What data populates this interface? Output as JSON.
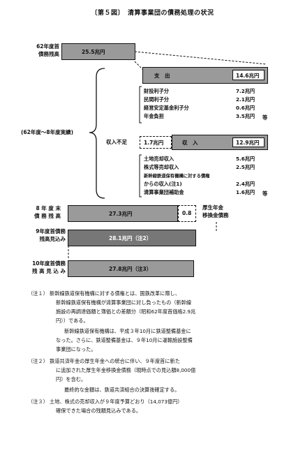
{
  "title": "〔第５図〕　清算事業団の債務処理の状況",
  "debt_62": {
    "label_line1": "62年度首",
    "label_line2": "債務残高",
    "value": "25.5兆円"
  },
  "period_label": "(62年度～8年度実績)",
  "expenditure": {
    "header_label": "支　出",
    "header_value": "14.6兆円",
    "items": [
      {
        "label": "財投利子分",
        "value": "7.2兆円"
      },
      {
        "label": "民間利子分",
        "value": "2.1兆円"
      },
      {
        "label": "経営安定基金利子分",
        "value": "0.6兆円"
      },
      {
        "label": "年金負担",
        "value": "3.5兆円"
      }
    ],
    "suffix": "等"
  },
  "shortfall": {
    "label": "収入不足",
    "value": "1.7兆円"
  },
  "revenue": {
    "header_label": "収　入",
    "header_value": "12.9兆円",
    "items": [
      {
        "label": "土地売却収入",
        "value": "5.6兆円"
      },
      {
        "label": "株式等売却収入",
        "value": "2.5兆円"
      },
      {
        "label": "新幹線鉄道保有機構に対する債権",
        "value": ""
      },
      {
        "label": "からの収入(注1)",
        "value": "2.4兆円"
      },
      {
        "label": "清算事業団補助金",
        "value": "1.6兆円"
      }
    ],
    "suffix": "等"
  },
  "debt_8_end": {
    "label_line1": "8 年 度 末",
    "label_line2": "債 務 残 高",
    "value": "27.3兆円",
    "pension_value": "0.8",
    "pension_line1": "厚生年金",
    "pension_line2": "移換金債務"
  },
  "debt_9": {
    "label_line1": "9年度首債務",
    "label_line2": "残高見込み",
    "value": "28.1兆円（注2）"
  },
  "debt_10": {
    "label_line1": "10年度首債務",
    "label_line2": "残 高 見 込 み",
    "value": "27.8兆円（注3）"
  },
  "notes": [
    {
      "line": "（注１） 新幹線鉄道保有機構に対する債権とは、国鉄改革に際し、"
    },
    {
      "line": "新幹線鉄道保有機構が清算事業団に対し負ったもの（新幹線"
    },
    {
      "line": "施設の再調達価額と簿価との差額分（昭和62年度首価格2.9兆"
    },
    {
      "line": "円））である。"
    },
    {
      "line": "新幹線鉄道保有機構は、平成３年10月に鉄道整備基金に"
    },
    {
      "line": "なった。さらに、鉄道整備基金は、９年10月に運輸施設整備"
    },
    {
      "line": "事業団になった。"
    },
    {
      "line": "（注２） 鉄道共済年金の厚生年金への統合に伴い、９年度首に新た"
    },
    {
      "line": "に追加された厚生年金移換金債務（現時点での見込額8,000億"
    },
    {
      "line": "円）を含む。"
    },
    {
      "line": "最終的な金額は、鉄道共済組合の決算後確定する。"
    },
    {
      "line": "（注３） 土地、株式の売却収入が９年度予算どおり（14,073億円）"
    },
    {
      "line": "確保できた場合の残額見込みである。"
    }
  ]
}
